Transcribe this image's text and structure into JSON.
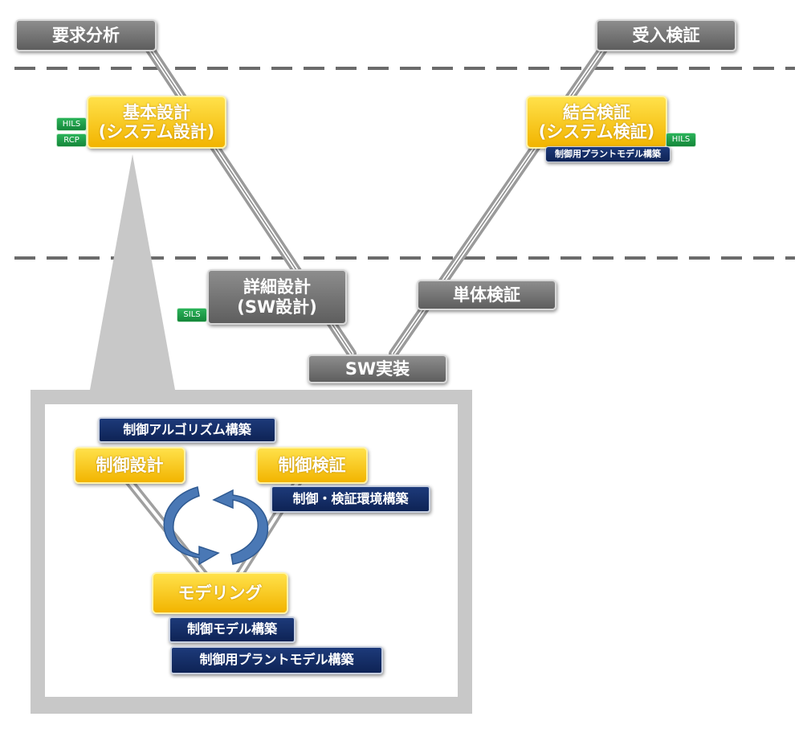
{
  "phases": {
    "requirements": "要求分析",
    "basic_design": [
      "基本設計",
      "(システム設計)"
    ],
    "detailed_design": [
      "詳細設計",
      "(SW設計)"
    ],
    "implementation": "SW実装",
    "unit_test": "単体検証",
    "integration_test": [
      "結合検証",
      "(システム検証)"
    ],
    "acceptance_test": "受入検証"
  },
  "tags": {
    "hils_left": "HILS",
    "rcp": "RCP",
    "sils": "SILS",
    "hils_right": "HILS",
    "plant_model_top": "制御用プラントモデル構築"
  },
  "inset": {
    "algorithm": "制御アルゴリズム構築",
    "control_design": "制御設計",
    "control_verification": "制御検証",
    "env_build": "制御・検証環境構築",
    "modeling": "モデリング",
    "control_model": "制御モデル構築",
    "plant_model": "制御用プラントモデル構築"
  },
  "colors": {
    "gray": "#6e6e6e",
    "yellow": "#f7c600",
    "navy": "#14306a",
    "green": "#1f9e4a",
    "cycle_arrow": "#4a78b5",
    "dashes": "#6b6b6b"
  }
}
